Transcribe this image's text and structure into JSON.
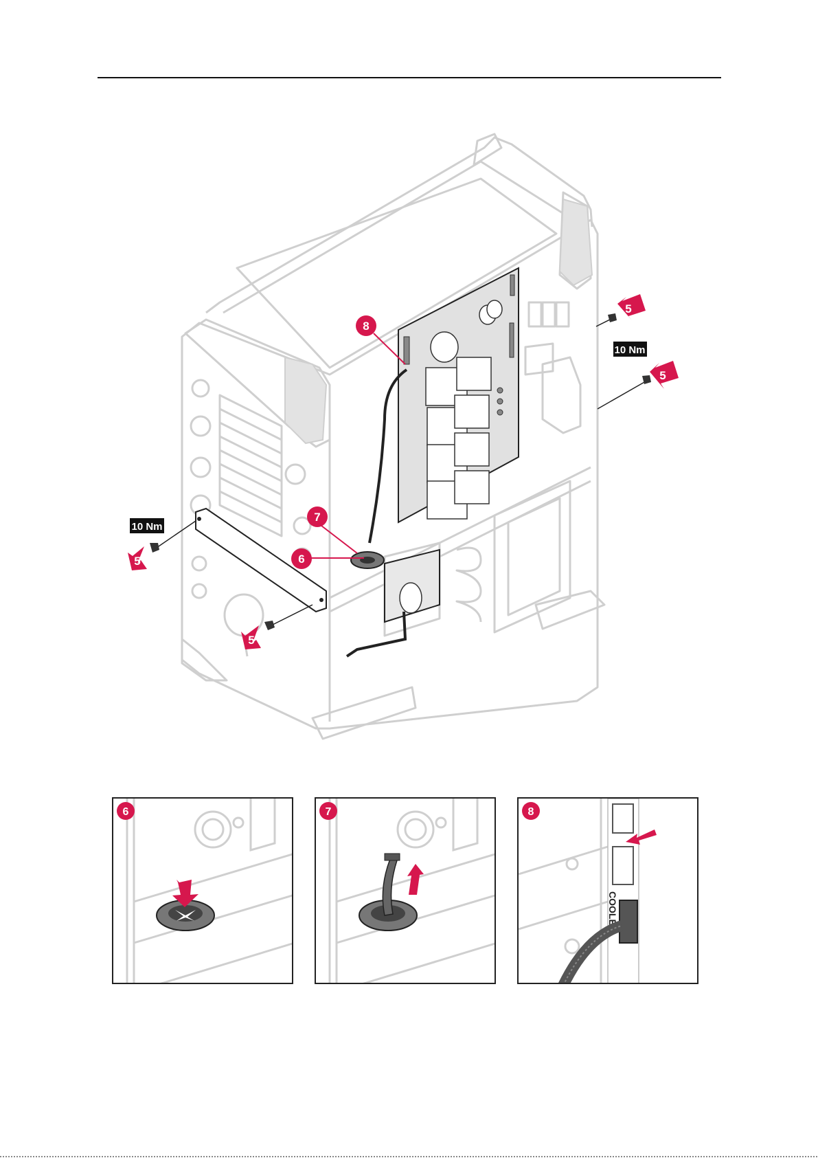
{
  "callouts": {
    "c5": "5",
    "c6": "6",
    "c7": "7",
    "c8": "8"
  },
  "torque": {
    "left": "10 Nm",
    "right": "10 Nm"
  },
  "details": {
    "cooler_label": "COOLER"
  },
  "colors": {
    "accent": "#d6174d",
    "line": "#cfcfcf",
    "ink": "#222222"
  }
}
